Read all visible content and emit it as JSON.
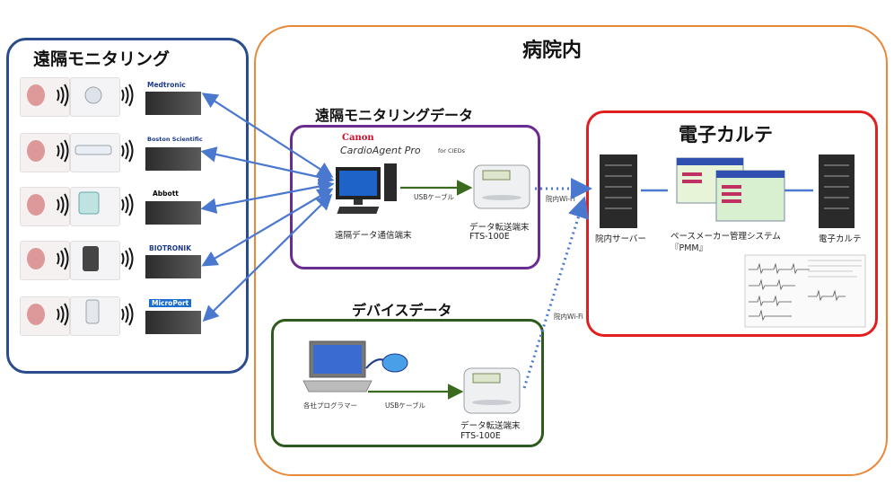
{
  "remote_monitoring": {
    "title": "遠隔モニタリング",
    "manufacturers": [
      "Medtronic",
      "Boston Scientific",
      "Abbott",
      "BIOTRONIK",
      "MicroPort"
    ]
  },
  "hospital": {
    "title": "病院内",
    "remote_data": {
      "title": "遠隔モニタリングデータ",
      "canon": "Canon",
      "product": "CardioAgent Pro",
      "product_sub": "for CIEDs",
      "terminal_label": "遠隔データ通信端末",
      "usb_label": "USBケーブル",
      "transfer_label_1": "データ転送端末",
      "transfer_label_2": "FTS-100E"
    },
    "device_data": {
      "title": "デバイスデータ",
      "programmer_label": "各社プログラマー",
      "usb_label": "USBケーブル",
      "transfer_label_1": "データ転送端末",
      "transfer_label_2": "FTS-100E"
    },
    "wifi_label_1": "院内Wi-Fi",
    "wifi_label_2": "院内Wi-Fi",
    "emr": {
      "title": "電子カルテ",
      "server_label": "院内サーバー",
      "pmm_label_1": "ペースメーカー管理システム",
      "pmm_label_2": "『PMM』",
      "emr_label": "電子カルテ"
    }
  },
  "colors": {
    "remote_border": "#2b4c8c",
    "hospital_border": "#e8893a",
    "remote_data_border": "#6a2c91",
    "device_data_border": "#2f5a1f",
    "emr_border": "#e02020",
    "arrow_blue": "#4a78cf",
    "arrow_green": "#3a6a1e"
  }
}
